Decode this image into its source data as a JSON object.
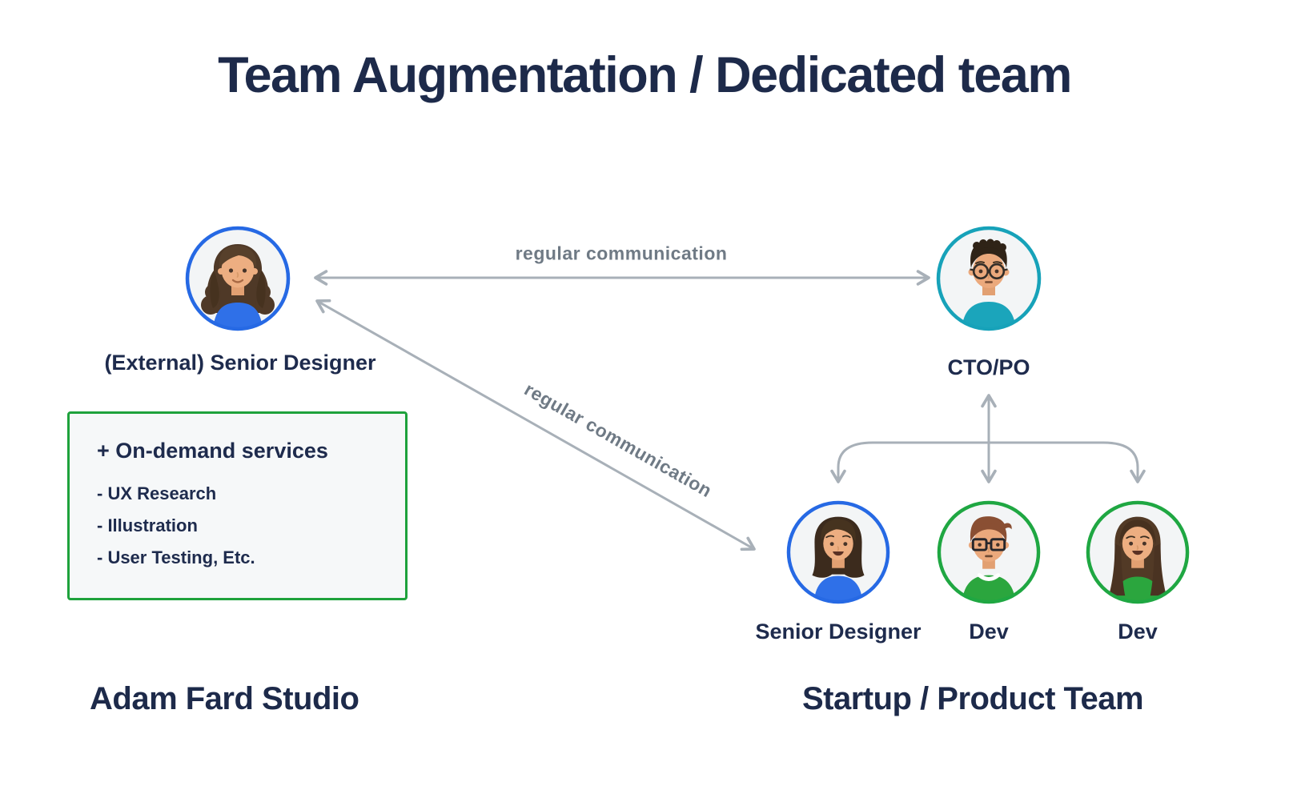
{
  "title": "Team Augmentation / Dedicated team",
  "colors": {
    "text_navy": "#1d2a4a",
    "arrow_grey": "#a8b0b8",
    "comm_label_grey": "#6f7a85",
    "accent_blue": "#2669e4",
    "accent_teal": "#17a2b9",
    "accent_green": "#1ea23c",
    "avatar_bg": "#f3f5f6",
    "services_box_bg": "#f6f8f9"
  },
  "left_group": {
    "avatar_label": "(External) Senior Designer",
    "services_box": {
      "heading": "+ On-demand services",
      "items": [
        "- UX Research",
        "- Illustration",
        "- User Testing, Etc."
      ]
    },
    "footer_label": "Adam Fard Studio"
  },
  "right_group": {
    "cto_label": "CTO/PO",
    "members": [
      {
        "label": "Senior Designer"
      },
      {
        "label": "Dev"
      },
      {
        "label": "Dev"
      }
    ],
    "footer_label": "Startup / Product Team"
  },
  "arrows": {
    "horizontal_label": "regular communication",
    "diagonal_label": "regular communication"
  }
}
